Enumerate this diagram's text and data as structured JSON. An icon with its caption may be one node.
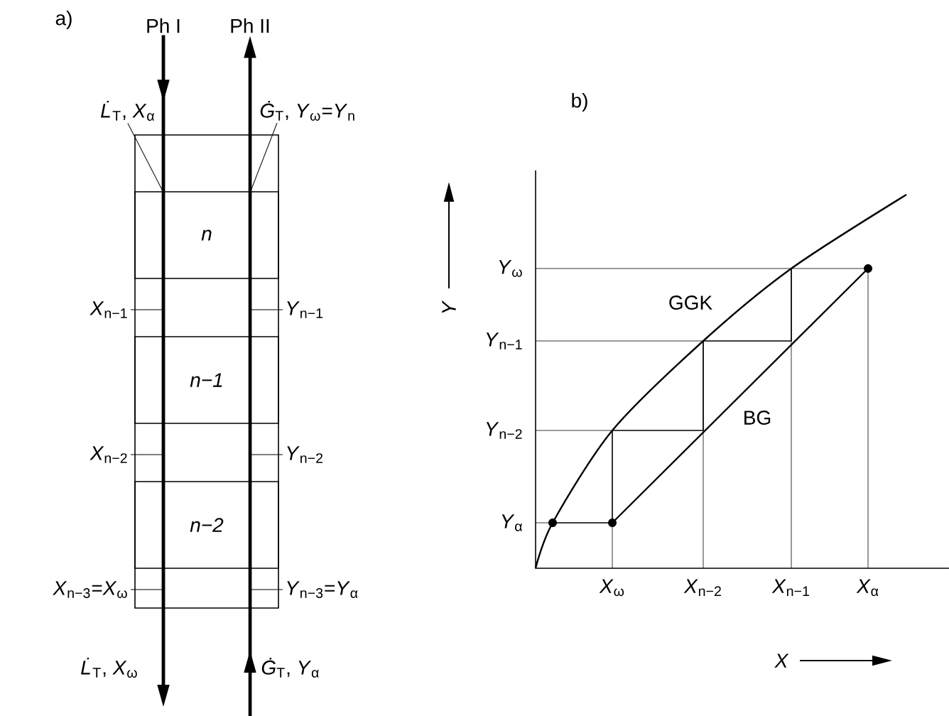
{
  "diagram": {
    "nodes": [
      {
        "text": [
          "Ph I"
        ]
      },
      {
        "text": [
          "Ph II"
        ]
      },
      {
        "text": [
          "*L̇*$_{T}$, *X*$_{α}$"
        ]
      },
      {
        "text": [
          "*Ġ*$_{T}$, *Y*$_{ω}$=*Y*$_{n}$"
        ]
      },
      {
        "text": [],
        "shape": "box"
      },
      {
        "text": [
          "n"
        ],
        "in": 4
      },
      {
        "text": [
          "n−1"
        ],
        "in": 4
      },
      {
        "text": [
          "n−2"
        ],
        "in": 4
      },
      {
        "text": [
          "*X*$_{n−1}$"
        ]
      },
      {
        "text": [
          "*Y*$_{n−1}$"
        ]
      },
      {
        "text": [
          "*X*$_{n−2}$"
        ]
      },
      {
        "text": [
          "*Y*$_{n−2}$"
        ]
      },
      {
        "text": [
          "*X*$_{n−3}$=*X*$_{ω}$"
        ]
      },
      {
        "text": [
          "*Y*$_{n−3}$=*Y*$_{α}$"
        ]
      }
    ],
    "edges": [
      {
        "from": 0,
        "to": null,
        "arrow": "to",
        "style": "thick"
      },
      {
        "from": null,
        "to": 1,
        "arrow": "to",
        "style": "thick"
      },
      {
        "from": 2,
        "to": 5,
        "arrow": "none"
      },
      {
        "from": 3,
        "to": 5,
        "arrow": "none"
      },
      {
        "from": 8,
        "to": null,
        "arrow": "none"
      },
      {
        "from": 9,
        "to": null,
        "arrow": "none"
      },
      {
        "from": 10,
        "to": null,
        "arrow": "none"
      },
      {
        "from": 11,
        "to": null,
        "arrow": "none"
      },
      {
        "from": 12,
        "to": null,
        "arrow": "none"
      },
      {
        "from": 13,
        "to": null,
        "arrow": "none"
      }
    ],
    "labels": [
      "a)",
      "*L̇*$_{T}$, *X*$_{ω}$",
      "*Ġ*$_{T}$, *Y*$_{α}$",
      "b)",
      "Y",
      "*Y*$_{ω}$",
      "*Y*$_{n−1}$",
      "*Y*$_{n−2}$",
      "*Y*$_{α}$",
      "GGK",
      "BG",
      "*X*$_{ω}$",
      "*X*$_{n−2}$",
      "*X*$_{n−1}$",
      "*X*$_{α}$",
      "X"
    ]
  }
}
